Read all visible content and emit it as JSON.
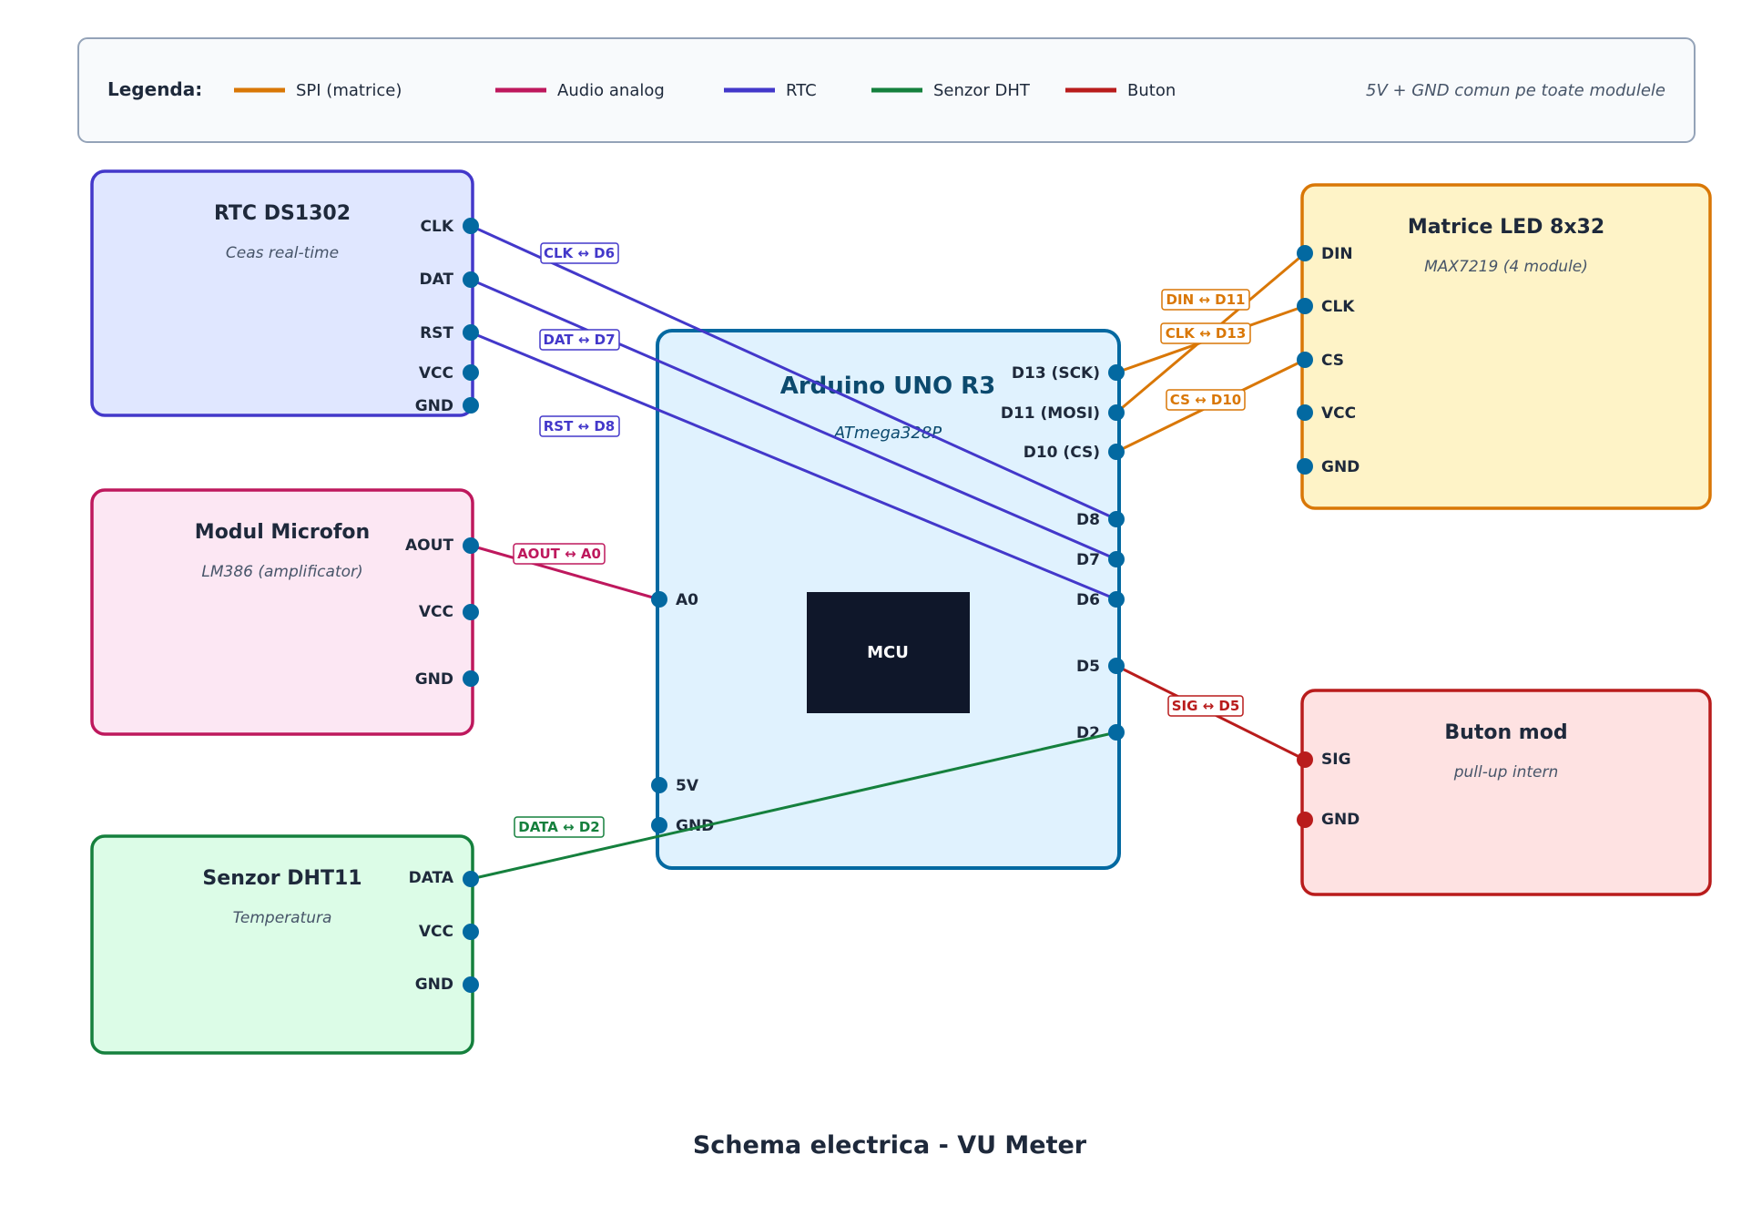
{
  "title": "Schema electrica - VU Meter",
  "legend": {
    "heading": "Legenda:",
    "items": [
      {
        "label": "SPI (matrice)",
        "color": "#d97706"
      },
      {
        "label": "Audio analog",
        "color": "#be185d"
      },
      {
        "label": "RTC",
        "color": "#4338ca"
      },
      {
        "label": "Senzor DHT",
        "color": "#15803d"
      },
      {
        "label": "Buton",
        "color": "#b91c1c"
      }
    ],
    "note": "5V + GND comun pe toate modulele"
  },
  "modules": {
    "rtc": {
      "title": "RTC DS1302",
      "subtitle": "Ceas real-time",
      "pins": [
        "CLK",
        "DAT",
        "RST",
        "VCC",
        "GND"
      ]
    },
    "mic": {
      "title": "Modul Microfon",
      "subtitle": "LM386 (amplificator)",
      "pins": [
        "AOUT",
        "VCC",
        "GND"
      ]
    },
    "dht": {
      "title": "Senzor DHT11",
      "subtitle": "Temperatura",
      "pins": [
        "DATA",
        "VCC",
        "GND"
      ]
    },
    "arduino": {
      "title": "Arduino UNO R3",
      "subtitle": "ATmega328P",
      "chip": "MCU",
      "right_pins": [
        "D13 (SCK)",
        "D11 (MOSI)",
        "D10 (CS)",
        "D8",
        "D7",
        "D6",
        "D5",
        "D2"
      ],
      "left_pins": [
        "A0",
        "5V",
        "GND"
      ]
    },
    "matrix": {
      "title": "Matrice LED 8x32",
      "subtitle": "MAX7219 (4 module)",
      "pins": [
        "DIN",
        "CLK",
        "CS",
        "VCC",
        "GND"
      ]
    },
    "button": {
      "title": "Buton mod",
      "subtitle": "pull-up intern",
      "pins": [
        "SIG",
        "GND"
      ]
    }
  },
  "wires": [
    {
      "label": "CLK ↔ D6",
      "color": "#4338ca"
    },
    {
      "label": "DAT ↔ D7",
      "color": "#4338ca"
    },
    {
      "label": "RST ↔ D8",
      "color": "#4338ca"
    },
    {
      "label": "AOUT ↔ A0",
      "color": "#be185d"
    },
    {
      "label": "DATA ↔ D2",
      "color": "#15803d"
    },
    {
      "label": "DIN ↔ D11",
      "color": "#d97706"
    },
    {
      "label": "CLK ↔ D13",
      "color": "#d97706"
    },
    {
      "label": "CS ↔ D10",
      "color": "#d97706"
    },
    {
      "label": "SIG ↔ D5",
      "color": "#b91c1c"
    }
  ]
}
